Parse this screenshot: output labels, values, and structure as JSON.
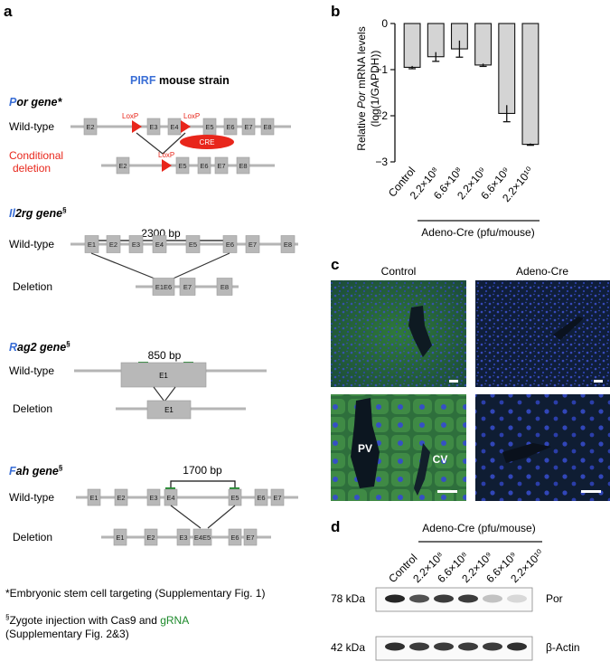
{
  "panel_a": {
    "label": "a",
    "strain_title_prefix": "PIRF",
    "strain_title_suffix": " mouse strain",
    "por": {
      "gene_letter": "P",
      "gene_rest": "or gene*",
      "wildtype_label": "Wild-type",
      "conditional_label": "Conditional",
      "deletion_label": "deletion",
      "exons_wt": [
        "E2",
        "E3",
        "E4",
        "E5",
        "E6",
        "E7",
        "E8"
      ],
      "exons_del": [
        "E2",
        "E5",
        "E6",
        "E7",
        "E8"
      ],
      "loxp": "LoxP",
      "cre": "CRE"
    },
    "il2rg": {
      "gene_letter": "Il",
      "gene_rest": "2rg gene",
      "sup": "§",
      "bp": "2300 bp",
      "wildtype_label": "Wild-type",
      "deletion_label": "Deletion",
      "exons_wt": [
        "E1",
        "E2",
        "E3",
        "E4",
        "E5",
        "E6",
        "E7",
        "E8"
      ],
      "exons_del": [
        "E1E6",
        "E7",
        "E8"
      ]
    },
    "rag2": {
      "gene_letter": "R",
      "gene_rest": "ag2 gene",
      "sup": "§",
      "bp": "850 bp",
      "wildtype_label": "Wild-type",
      "deletion_label": "Deletion",
      "exon": "E1"
    },
    "fah": {
      "gene_letter": "F",
      "gene_rest": "ah gene",
      "sup": "§",
      "bp": "1700 bp",
      "wildtype_label": "Wild-type",
      "deletion_label": "Deletion",
      "exons_wt": [
        "E1",
        "E2",
        "E3",
        "E4",
        "E5",
        "E6",
        "E7"
      ],
      "exons_del": [
        "E1",
        "E2",
        "E3",
        "E4E5",
        "E6",
        "E7"
      ]
    },
    "footnote1": "*Embryonic stem cell targeting (Supplementary Fig. 1)",
    "footnote2_sup": "§",
    "footnote2_a": "Zygote injection with Cas9 and ",
    "footnote2_grna": "gRNA",
    "footnote2_b": "(Supplementary Fig. 2&3)"
  },
  "panel_b": {
    "label": "b",
    "ylabel_line1_a": "Relative ",
    "ylabel_line1_italic": "Por",
    "ylabel_line1_b": " mRNA levels",
    "ylabel_line2": "(log(1/GAPDH))",
    "group_label": "Adeno-Cre (pfu/mouse)"
  },
  "chart_data": {
    "type": "bar",
    "categories": [
      "Control",
      "2.2×10⁸",
      "6.6×10⁸",
      "2.2×10⁹",
      "6.6×10⁹",
      "2.2×10¹⁰"
    ],
    "values": [
      -0.95,
      -0.72,
      -0.55,
      -0.9,
      -1.95,
      -2.62
    ],
    "errors": [
      0.03,
      0.1,
      0.18,
      0.03,
      0.18,
      0.02
    ],
    "ylim": [
      -3,
      0
    ],
    "yticks": [
      0,
      -1,
      -2,
      -3
    ],
    "ytick_labels": [
      "0",
      "−1",
      "−2",
      "−3"
    ],
    "ylabel": "Relative Por mRNA levels (log(1/GAPDH))",
    "xlabel": "Adeno-Cre (pfu/mouse)",
    "bar_color": "#d4d4d4"
  },
  "panel_c": {
    "label": "c",
    "col1": "Control",
    "col2": "Adeno-Cre",
    "pv": "PV",
    "cv": "CV"
  },
  "panel_d": {
    "label": "d",
    "group_label": "Adeno-Cre (pfu/mouse)",
    "lanes": [
      "Control",
      "2.2×10⁸",
      "6.6×10⁸",
      "2.2×10⁹",
      "6.6×10⁹",
      "2.2×10¹⁰"
    ],
    "band1_kda": "78 kDa",
    "band1_name": "Por",
    "band2_kda": "42 kDa",
    "band2_name": "β-Actin",
    "por_intensity": [
      0.95,
      0.75,
      0.85,
      0.85,
      0.25,
      0.15
    ],
    "actin_intensity": [
      0.9,
      0.85,
      0.85,
      0.85,
      0.85,
      0.9
    ]
  },
  "colors": {
    "blue": "#3b6fd6",
    "red": "#e8261b",
    "green": "#1d8a2b",
    "exon": "#b8b8b8",
    "line": "#b5b5b5"
  }
}
